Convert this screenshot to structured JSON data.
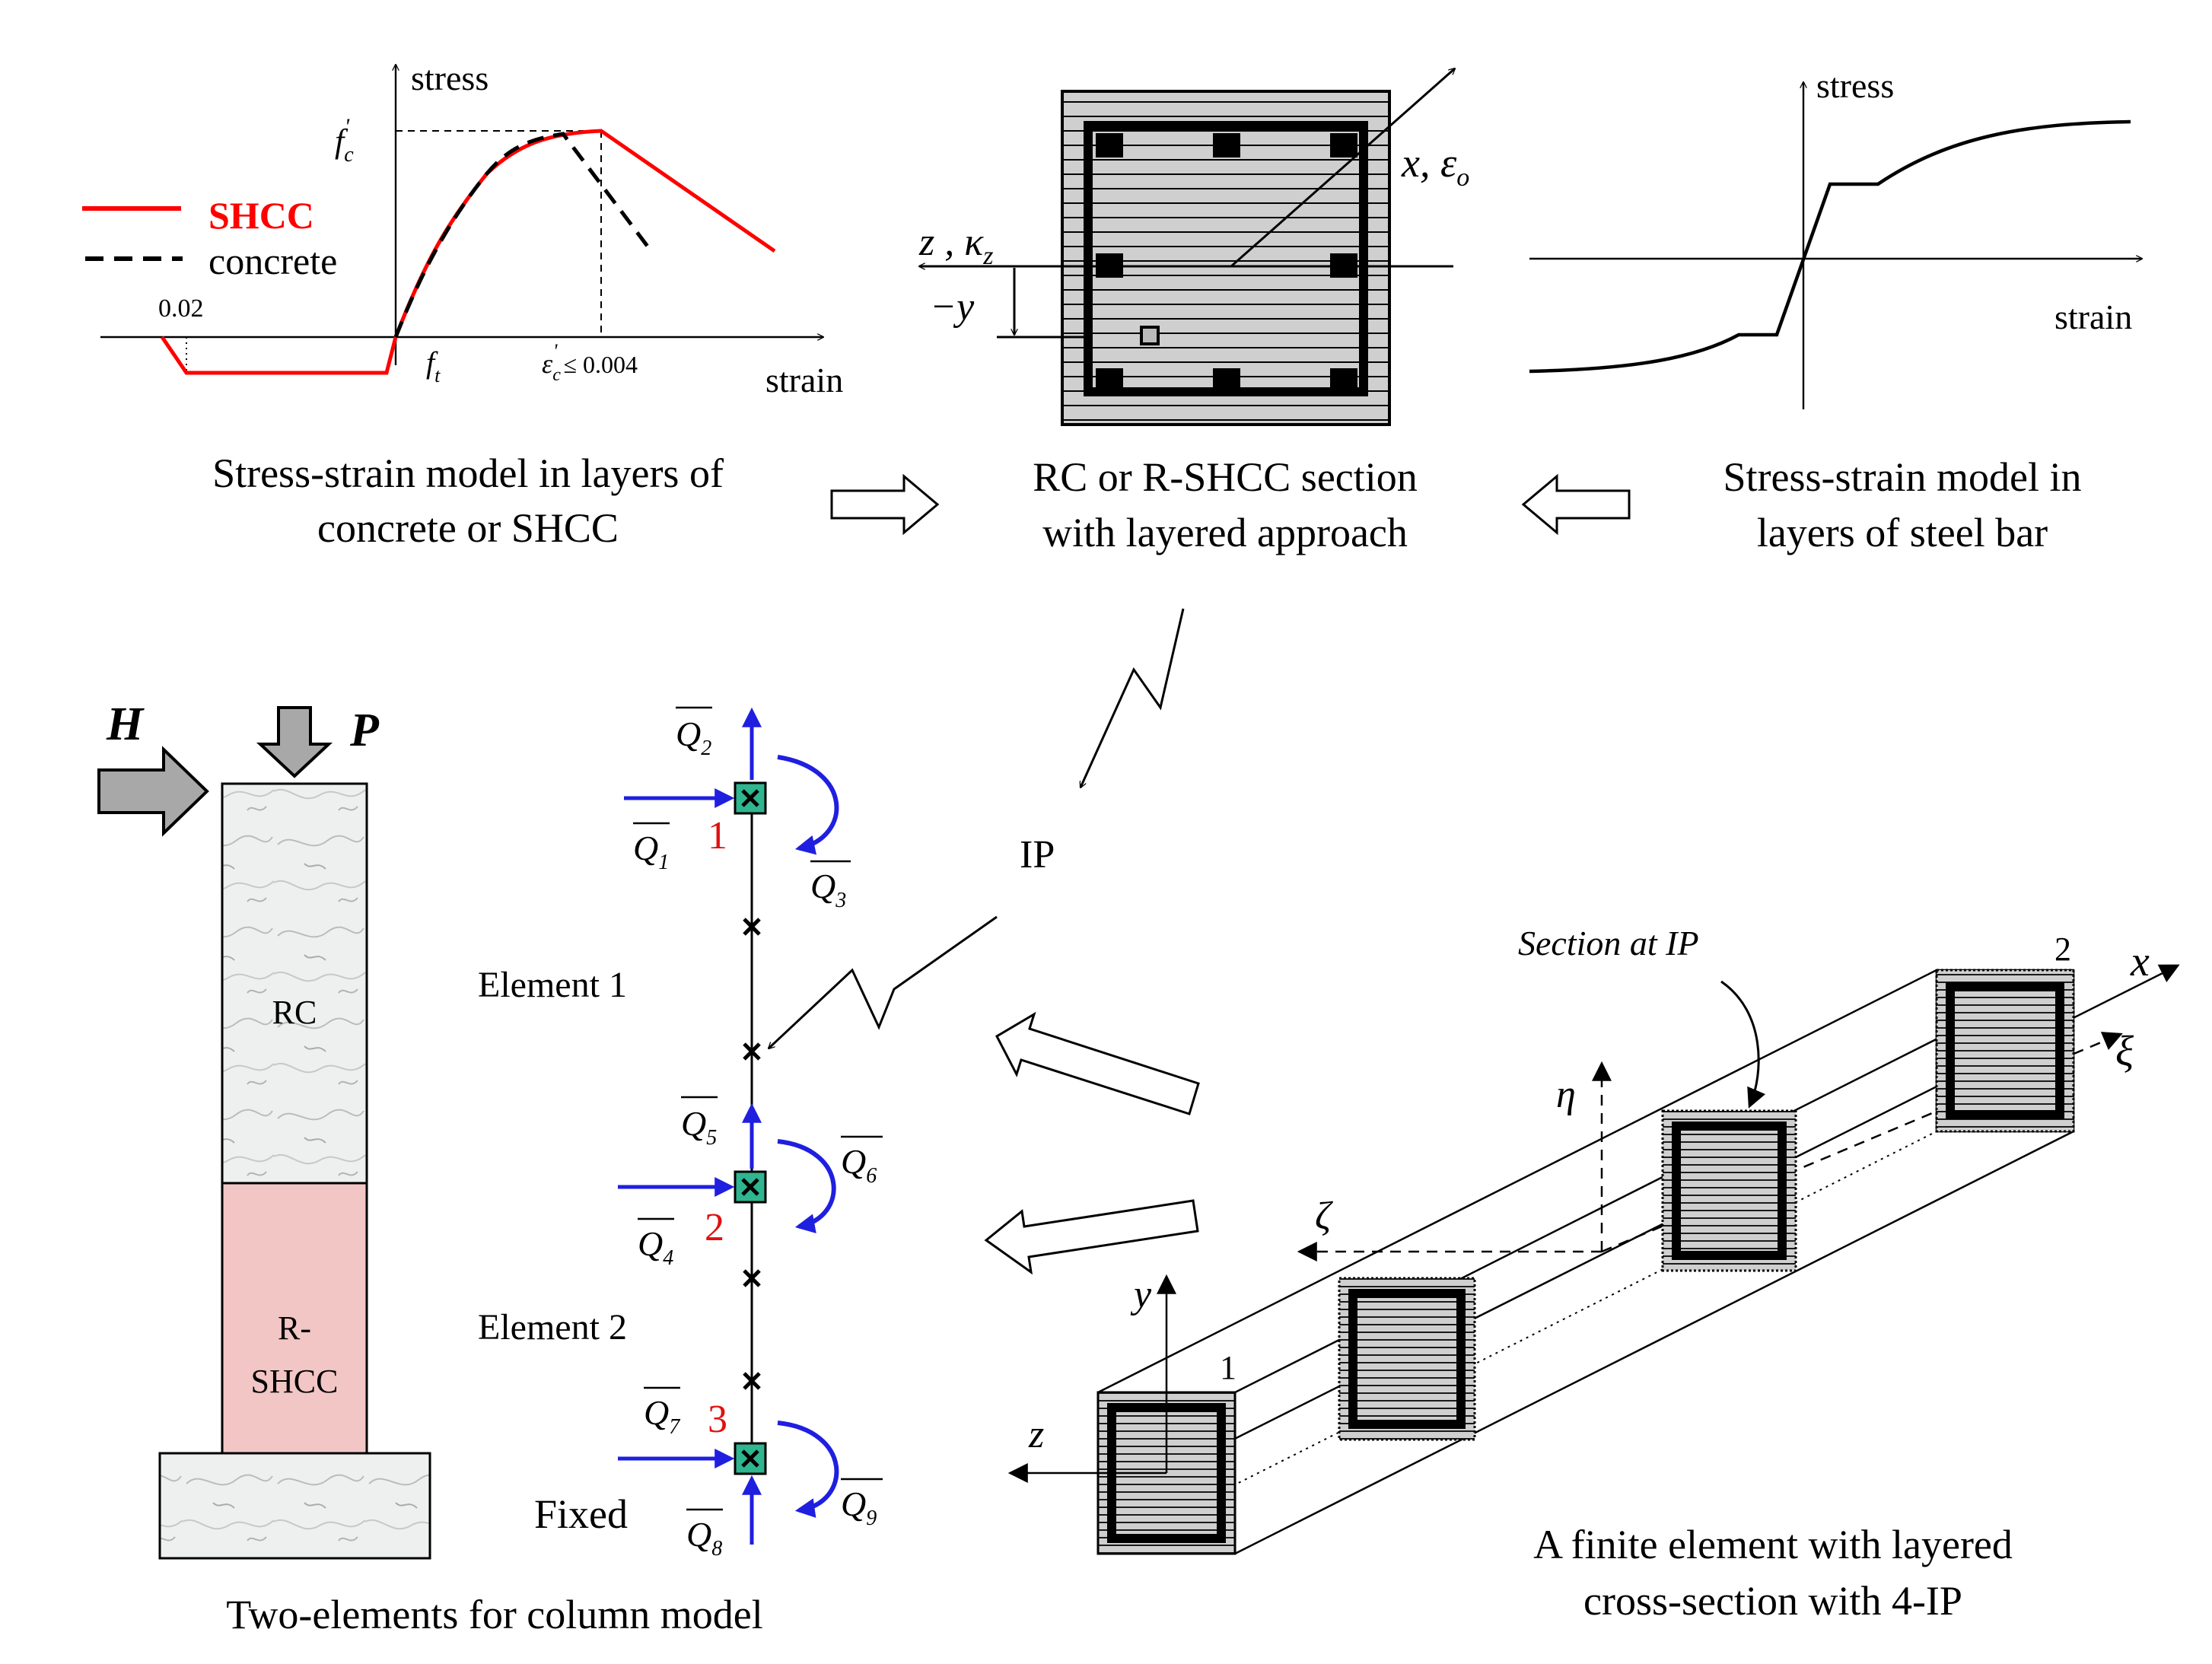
{
  "colors": {
    "shcc": "#ff0000",
    "blue": "#1f1fe0",
    "green": "#2fb58f",
    "pink": "#f3c6c6",
    "node_red": "#e01010"
  },
  "top_left": {
    "y_label": "stress",
    "x_label": "strain",
    "fc_base": "f",
    "fc_sub": "c",
    "fc_sup": "'",
    "ft_base": "f",
    "ft_sub": "t",
    "ec_base": "ε",
    "ec_sub": "c",
    "ec_sup": "'",
    "ec_bound": "≤ 0.004",
    "tension_strain": "0.02",
    "legend_shcc": "SHCC",
    "legend_concrete": "concrete",
    "caption_line1": "Stress-strain model in layers of",
    "caption_line2": "concrete or SHCC"
  },
  "top_middle": {
    "x_axis_label": "x, ε",
    "x_axis_sub": "o",
    "z_axis_label": "z , κ",
    "z_axis_sub": "z",
    "y_offset_label": "−y",
    "caption_line1": "RC or R-SHCC section",
    "caption_line2": "with layered approach"
  },
  "top_right": {
    "y_label": "stress",
    "x_label": "strain",
    "caption_line1": "Stress-strain model in",
    "caption_line2": "layers of steel bar"
  },
  "column": {
    "h_label": "H",
    "p_label": "P",
    "rc_label": "RC",
    "rshcc_line1": "R-",
    "rshcc_line2": "SHCC",
    "caption": "Two-elements for column model"
  },
  "element_model": {
    "element1": "Element 1",
    "element2": "Element 2",
    "fixed": "Fixed",
    "node1": "1",
    "node2": "2",
    "node3": "3",
    "q_base": "Q",
    "q_subs": [
      "1",
      "2",
      "3",
      "4",
      "5",
      "6",
      "7",
      "8",
      "9"
    ],
    "ip_label": "IP"
  },
  "finite_element": {
    "section_label": "Section at IP",
    "end1": "1",
    "end2": "2",
    "x": "x",
    "y": "y",
    "z": "z",
    "xi": "ξ",
    "eta": "η",
    "zeta": "ζ",
    "caption_line1": "A finite element with layered",
    "caption_line2": "cross-section with 4-IP"
  }
}
